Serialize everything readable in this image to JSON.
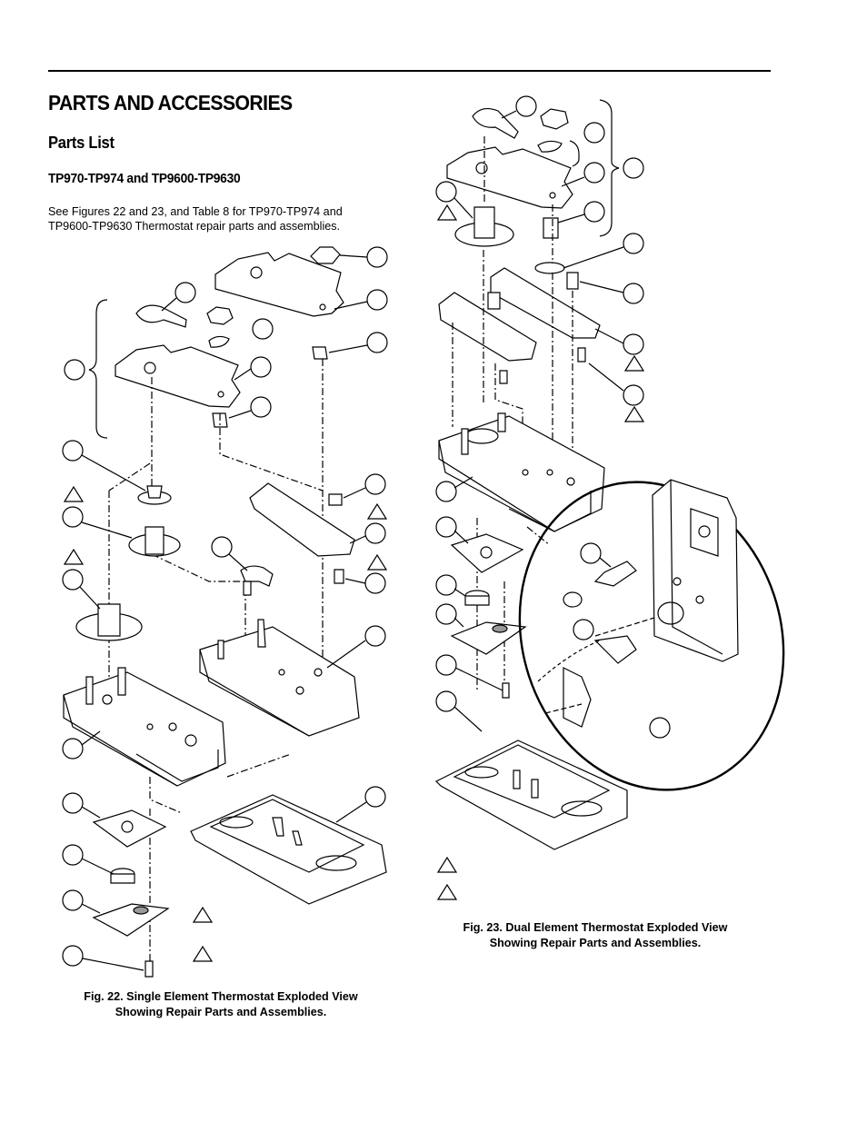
{
  "heading": "PARTS AND ACCESSORIES",
  "subheading": "Parts List",
  "section_heading": "TP970-TP974 and TP9600-TP9630",
  "intro_text": "See Figures 22 and 23, and Table 8 for TP970-TP974 and TP9600-TP9630 Thermostat repair parts and assemblies.",
  "figure22": {
    "caption_line1": "Fig. 22. Single Element Thermostat Exploded View",
    "caption_line2": "Showing Repair Parts and Assemblies."
  },
  "figure23": {
    "caption_line1": "Fig. 23. Dual Element Thermostat Exploded View",
    "caption_line2": "Showing Repair Parts and Assemblies."
  }
}
